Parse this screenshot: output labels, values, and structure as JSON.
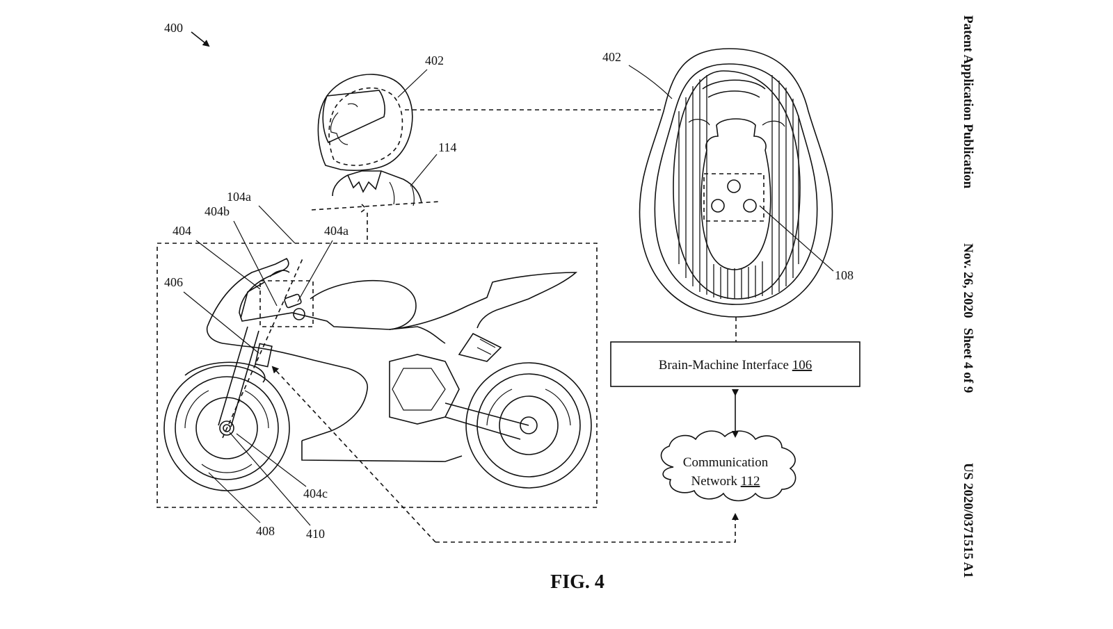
{
  "figure": {
    "ref_number": "400",
    "caption": "FIG. 4"
  },
  "side_header": {
    "publication_type": "Patent Application Publication",
    "date_sheet": "Nov. 26, 2020   Sheet 4 of 9",
    "pub_number": "US 2020/0371515 A1"
  },
  "labels": {
    "helmet_side": "402",
    "helmet_top": "402",
    "rider": "114",
    "bike_area": "104a",
    "sensor_b": "404b",
    "sensor_a": "404a",
    "sensor": "404",
    "frame_sensor": "406",
    "electrodes": "108",
    "hub_sensor": "404c",
    "wheel": "408",
    "hub": "410"
  },
  "boxes": {
    "bmi_text": "Brain-Machine Interface ",
    "bmi_ref": "106",
    "network_line1": "Communication",
    "network_line2": "Network ",
    "network_ref": "112"
  },
  "icons": [
    "arrow-icon",
    "helmet-side-icon",
    "helmet-top-icon",
    "motorcycle-icon",
    "cloud-icon"
  ]
}
